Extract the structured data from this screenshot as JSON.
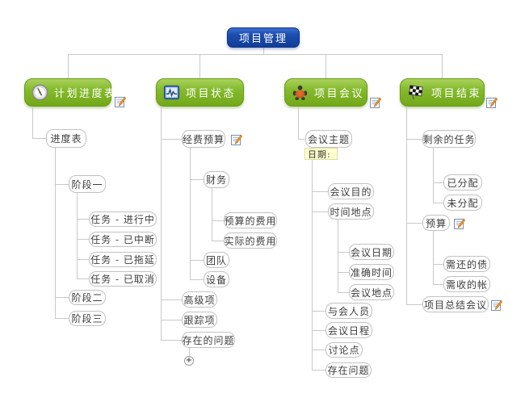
{
  "root_node": {
    "label": "项目管理"
  },
  "branches": {
    "schedule": {
      "label": "计划进度表",
      "icon": "clock-icon",
      "nodes": {
        "schedule_table": "进度表",
        "phase1": "阶段一",
        "task_in_progress": "任务 - 进行中",
        "task_interrupted": "任务 - 已中断",
        "task_delayed": "任务 - 已拖延",
        "task_cancelled": "任务 - 已取消",
        "phase2": "阶段二",
        "phase3": "阶段三"
      }
    },
    "status": {
      "label": "项目状态",
      "icon": "activity-icon",
      "nodes": {
        "expense_budget": "经费预算",
        "finance": "财务",
        "budgeted_cost": "预算的费用",
        "actual_cost": "实际的费用",
        "team": "团队",
        "equipment": "设备",
        "advanced_items": "高级项",
        "tracking_items": "跟踪项",
        "existing_problems": "存在的问题"
      },
      "collapsed_indicator": "+"
    },
    "meeting": {
      "label": "项目会议",
      "icon": "meeting-icon",
      "nodes": {
        "meeting_topic": "会议主题",
        "date_note": "日期:",
        "meeting_purpose": "会议目的",
        "time_location": "时间地点",
        "meeting_date": "会议日期",
        "exact_time": "准确时间",
        "meeting_location": "会议地点",
        "participants": "与会人员",
        "meeting_agenda": "会议日程",
        "discussion_points": "讨论点",
        "existing_problems": "存在问题"
      }
    },
    "closing": {
      "label": "项目结束",
      "icon": "finish-flag-icon",
      "nodes": {
        "remaining_tasks": "剩余的任务",
        "assigned": "已分配",
        "unassigned": "未分配",
        "budget": "预算",
        "debts_to_repay": "需还的债",
        "accounts_to_collect": "需收的帐",
        "project_summary_meeting": "项目总结会议"
      }
    }
  },
  "colors": {
    "root_node_blue": "#1d4dae",
    "branch_node_green": "#7cb422",
    "bubble_border": "#c2c2c2",
    "connector": "#c9c9c9",
    "note_background": "#ffffcc"
  }
}
